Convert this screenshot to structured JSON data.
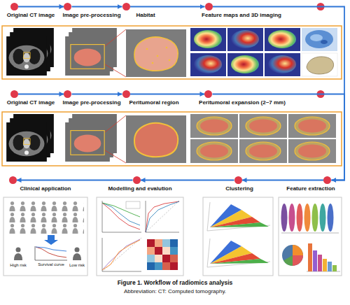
{
  "diagram": {
    "caption": "Figure 1. Workflow of radiomics analysis",
    "nodes": [
      {
        "text": [
          "Original CT image"
        ]
      },
      {
        "text": [
          "Image pre-processing"
        ]
      },
      {
        "text": [
          "Habitat"
        ]
      },
      {
        "text": [
          "Feature maps and 3D imaging"
        ]
      },
      {
        "text": [
          "Original CT image"
        ]
      },
      {
        "text": [
          "Image pre-processing"
        ]
      },
      {
        "text": [
          "Peritumoral region"
        ]
      },
      {
        "text": [
          "Peritumoral expansion (2~7 mm)"
        ]
      },
      {
        "text": [
          "Feature extraction"
        ]
      },
      {
        "text": [
          "Clustering"
        ]
      },
      {
        "text": [
          "Modelling and evalution"
        ]
      },
      {
        "text": [
          "Clinical application"
        ]
      }
    ],
    "edges": [
      {
        "from": 0,
        "to": 1,
        "arrow": "to"
      },
      {
        "from": 1,
        "to": 2,
        "arrow": "to"
      },
      {
        "from": 2,
        "to": 3,
        "arrow": "to"
      },
      {
        "from": 4,
        "to": 5,
        "arrow": "to"
      },
      {
        "from": 5,
        "to": 6,
        "arrow": "to"
      },
      {
        "from": 6,
        "to": 7,
        "arrow": "to"
      },
      {
        "from": 3,
        "to": 8,
        "arrow": "to"
      },
      {
        "from": 7,
        "to": 8,
        "arrow": "to"
      },
      {
        "from": 8,
        "to": 9,
        "arrow": "to"
      },
      {
        "from": 9,
        "to": 10,
        "arrow": "to"
      },
      {
        "from": 10,
        "to": 11,
        "arrow": "to"
      }
    ],
    "labels": [
      "High risk",
      "Survival curve",
      "Low risk",
      "Abbreviation: CT: Computed tomography."
    ]
  }
}
